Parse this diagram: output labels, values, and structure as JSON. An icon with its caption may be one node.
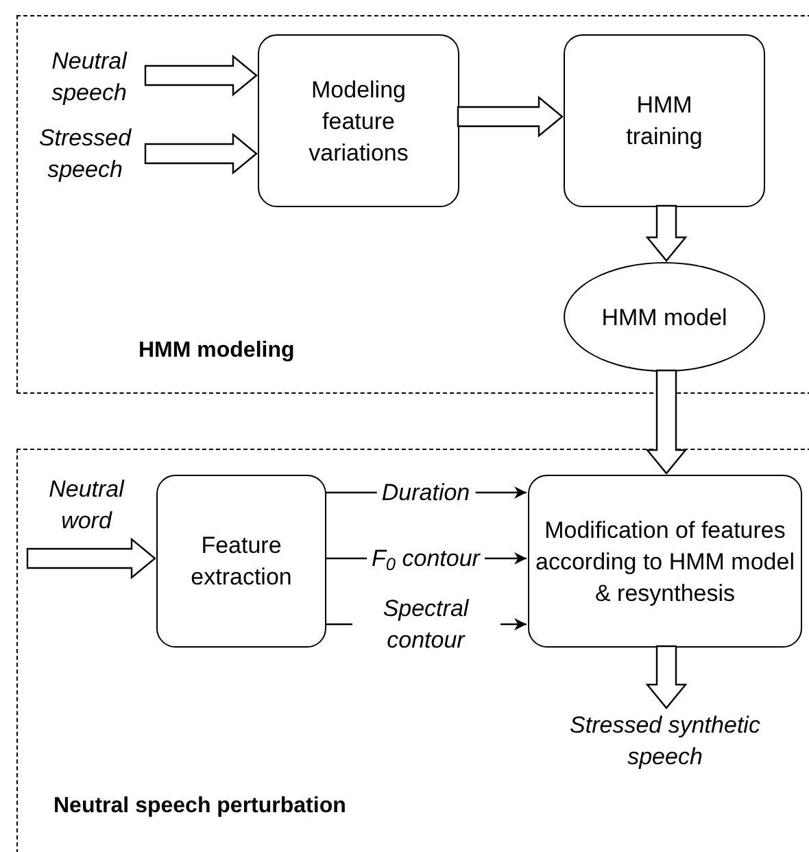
{
  "diagram": {
    "nodes": [
      {
        "text": [
          "HMM modeling"
        ]
      },
      {
        "text": [
          "Neutral speech"
        ],
        "in": 0
      },
      {
        "text": [
          "Stressed speech"
        ],
        "in": 0
      },
      {
        "text": [
          "Modeling feature variations"
        ],
        "in": 0
      },
      {
        "text": [
          "HMM training"
        ],
        "in": 0
      },
      {
        "text": [
          "HMM model"
        ],
        "in": 0
      },
      {
        "text": [
          "Neutral speech perturbation"
        ]
      },
      {
        "text": [
          "Neutral word"
        ],
        "in": 6
      },
      {
        "text": [
          "Feature extraction"
        ],
        "in": 6
      },
      {
        "text": [
          "Modification of features according to HMM model & resynthesis"
        ],
        "in": 6
      },
      {
        "text": [
          "Stressed synthetic speech"
        ],
        "in": 6
      }
    ],
    "edges": [
      {
        "from": 1,
        "to": 3,
        "arrow": "to",
        "style": "thick"
      },
      {
        "from": 2,
        "to": 3,
        "arrow": "to",
        "style": "thick"
      },
      {
        "from": 3,
        "to": 4,
        "arrow": "to",
        "style": "thick"
      },
      {
        "from": 4,
        "to": 5,
        "arrow": "to",
        "style": "thick"
      },
      {
        "from": 5,
        "to": 9,
        "arrow": "to",
        "style": "thick"
      },
      {
        "from": 7,
        "to": 8,
        "arrow": "to",
        "style": "thick"
      },
      {
        "from": 8,
        "to": 9,
        "arrow": "to",
        "label": "Duration"
      },
      {
        "from": 8,
        "to": 9,
        "arrow": "to",
        "label": "F$_{0}$ contour"
      },
      {
        "from": 8,
        "to": 9,
        "arrow": "to",
        "label": "Spectral contour"
      },
      {
        "from": 9,
        "to": 10,
        "arrow": "to",
        "style": "thick"
      }
    ]
  }
}
